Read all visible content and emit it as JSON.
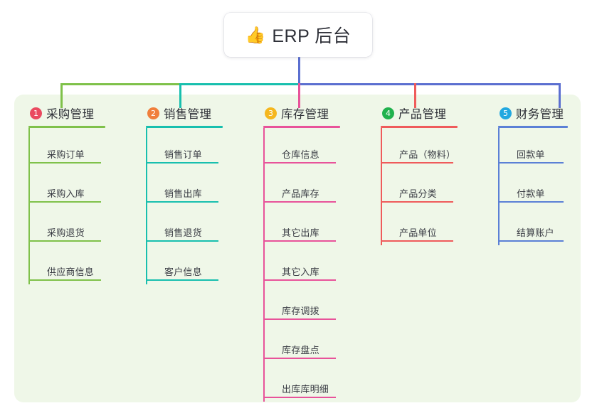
{
  "diagram": {
    "type": "mind-map",
    "background_color": "#ffffff",
    "panel_color": "#eff7e8",
    "root": {
      "icon": "thumbs-up-icon",
      "icon_glyph": "👍",
      "title": "ERP 后台",
      "trunk_color": "#5b6fd0"
    },
    "bus_segments": [
      {
        "color": "#7fc14a",
        "from": "branch-1",
        "to": "branch-2"
      },
      {
        "color": "#18bfae",
        "from": "branch-2",
        "to": "branch-3"
      },
      {
        "color": "#5b6fd0",
        "from": "branch-3",
        "to": "branch-5"
      }
    ],
    "branches": [
      {
        "number": "1",
        "title": "采购管理",
        "badge_color": "#ea4a60",
        "line_color": "#7fc14a",
        "drop_color": "#7fc14a",
        "items": [
          "采购订单",
          "采购入库",
          "采购退货",
          "供应商信息"
        ]
      },
      {
        "number": "2",
        "title": "销售管理",
        "badge_color": "#f07f3c",
        "line_color": "#18bfae",
        "drop_color": "#18bfae",
        "items": [
          "销售订单",
          "销售出库",
          "销售退货",
          "客户信息"
        ]
      },
      {
        "number": "3",
        "title": "库存管理",
        "badge_color": "#f5b71e",
        "line_color": "#e8539a",
        "drop_color": "#e8539a",
        "items": [
          "仓库信息",
          "产品库存",
          "其它出库",
          "其它入库",
          "库存调拨",
          "库存盘点",
          "出库库明细"
        ]
      },
      {
        "number": "4",
        "title": "产品管理",
        "badge_color": "#20b24d",
        "line_color": "#ef5b5b",
        "drop_color": "#ef5b5b",
        "items": [
          "产品（物料）",
          "产品分类",
          "产品单位"
        ]
      },
      {
        "number": "5",
        "title": "财务管理",
        "badge_color": "#22a8e0",
        "line_color": "#5b80d6",
        "drop_color": "#5b6fd0",
        "items": [
          "回款单",
          "付款单",
          "结算账户"
        ]
      }
    ]
  }
}
